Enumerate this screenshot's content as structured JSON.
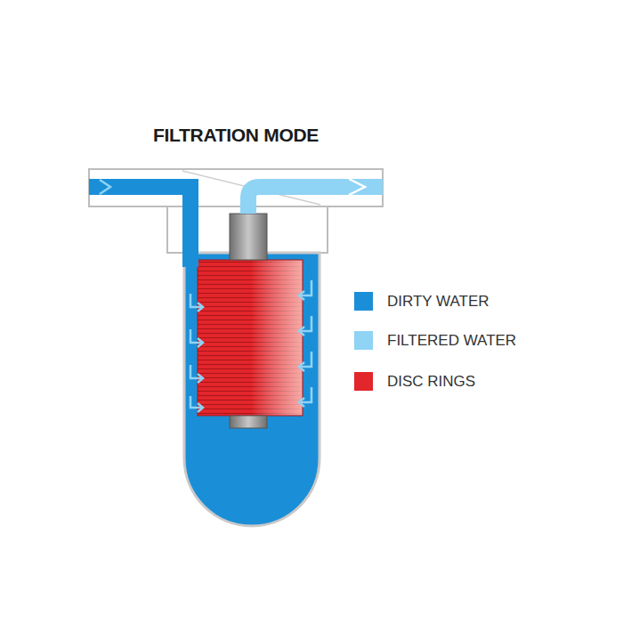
{
  "diagram": {
    "title": "FILTRATION MODE",
    "legend": [
      {
        "text": "DIRTY WATER",
        "color": "#1a8fd8"
      },
      {
        "text": "FILTERED WATER",
        "color": "#8fd3f5"
      },
      {
        "text": "DISC RINGS",
        "color": "#e2262b"
      }
    ]
  }
}
